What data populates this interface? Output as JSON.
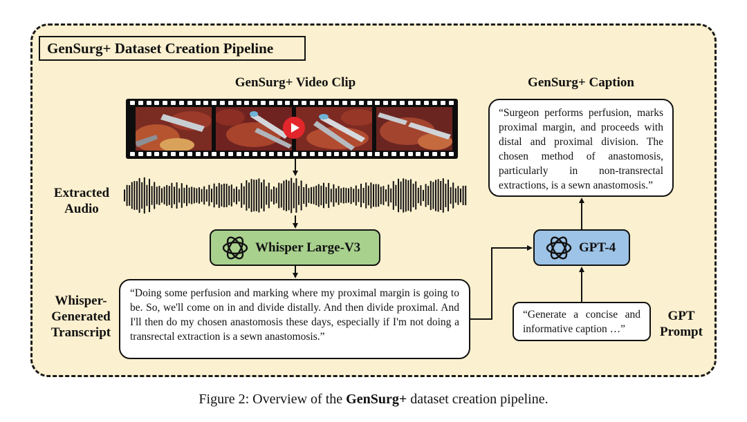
{
  "panel_title": "GenSurg+ Dataset Creation Pipeline",
  "video_label": "GenSurg+ Video Clip",
  "caption_label": "GenSurg+ Caption",
  "audio_label": "Extracted Audio",
  "whisper_model": "Whisper Large-V3",
  "gpt_model": "GPT-4",
  "transcript_label": "Whisper-Generated Transcript",
  "transcript_text": "“Doing some perfusion and marking where my proximal margin is going to be. So, we'll come on in and divide distally. And then divide proximal. And I'll then do my chosen anastomosis these days, especially if I'm not doing a transrectal extraction is a sewn anastomosis.”",
  "caption_text": "“Surgeon performs perfusion, marks proximal margin, and proceeds with distal and proximal division. The chosen method of anastomosis, particularly in non-transrectal extractions, is a sewn anastomosis.”",
  "prompt_label": "GPT Prompt",
  "prompt_text": "“Generate a concise and informative caption …”",
  "figure_caption": {
    "prefix": "Figure 2: Overview of the ",
    "bold": "GenSurg+",
    "suffix": " dataset creation pipeline."
  },
  "icons": {
    "play": "play-button-icon",
    "openai": "openai-logo-icon",
    "waveform": "audio-waveform-icon"
  },
  "colors": {
    "panel_bg": "#fbf0cf",
    "whisper_bg": "#a9d18e",
    "gpt_bg": "#9dc3e6",
    "play_red": "#e3262b"
  }
}
